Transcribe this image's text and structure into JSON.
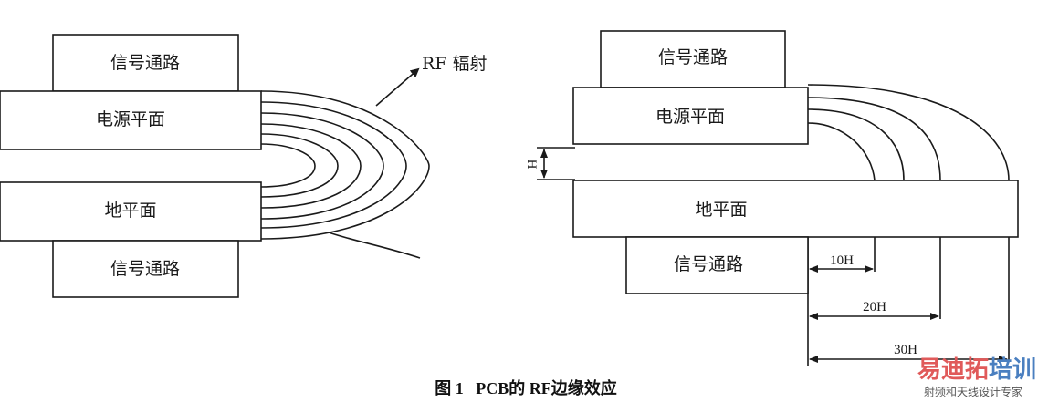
{
  "left_diagram": {
    "top_signal_layer": "信号通路",
    "power_plane": "电源平面",
    "ground_plane": "地平面",
    "bottom_signal_layer": "信号通路",
    "rf_radiation": "RF 辐射"
  },
  "right_diagram": {
    "top_signal_layer": "信号通路",
    "power_plane": "电源平面",
    "ground_plane": "地平面",
    "bottom_signal_layer": "信号通路",
    "gap_label": "H",
    "dim_10h": "10H",
    "dim_20h": "20H",
    "dim_30h": "30H"
  },
  "caption": "图 1   PCB的 RF边缘效应",
  "watermark": {
    "logo": "易迪拓培训",
    "logo_part1": "易迪拓",
    "logo_part2": "培训",
    "tagline": "射频和天线设计专家",
    "color1": "#e05a5a",
    "color2": "#4a7fc0"
  }
}
